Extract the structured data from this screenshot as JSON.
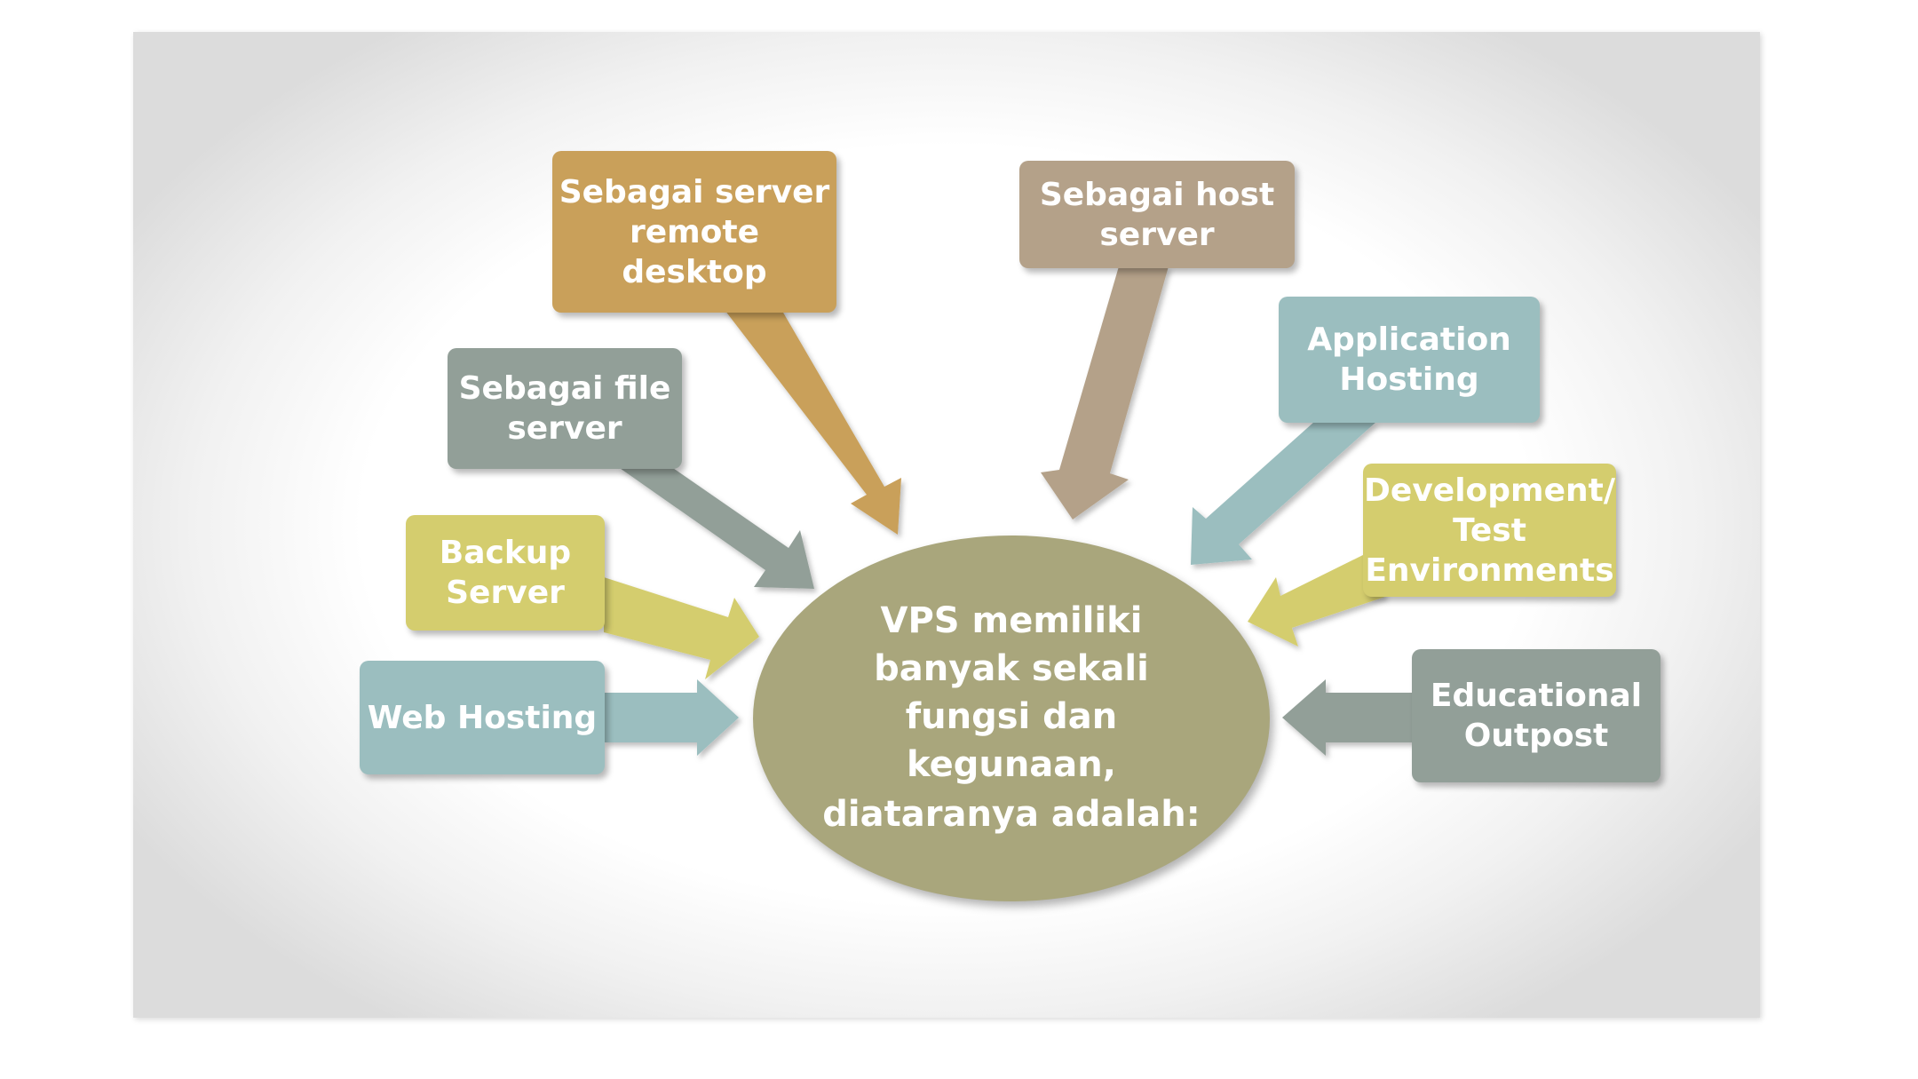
{
  "center": {
    "text": "VPS memiliki\nbanyak sekali\nfungsi dan\nkegunaan,",
    "tail": "diataranya adalah:"
  },
  "boxes": [
    {
      "id": "remote-desktop",
      "label": "Sebagai server\nremote desktop",
      "color": "#c9a05a"
    },
    {
      "id": "host-server",
      "label": "Sebagai host\nserver",
      "color": "#b4a189"
    },
    {
      "id": "file-server",
      "label": "Sebagai file\nserver",
      "color": "#929f98"
    },
    {
      "id": "application-hosting",
      "label": "Application\nHosting",
      "color": "#9bbebf"
    },
    {
      "id": "backup-server",
      "label": "Backup\nServer",
      "color": "#d4cd6e"
    },
    {
      "id": "dev-test",
      "label": "Development/\nTest\nEnvironments",
      "color": "#d4cd6e"
    },
    {
      "id": "web-hosting",
      "label": "Web Hosting",
      "color": "#9bbebf"
    },
    {
      "id": "educational-outpost",
      "label": "Educational\nOutpost",
      "color": "#929f98"
    }
  ]
}
